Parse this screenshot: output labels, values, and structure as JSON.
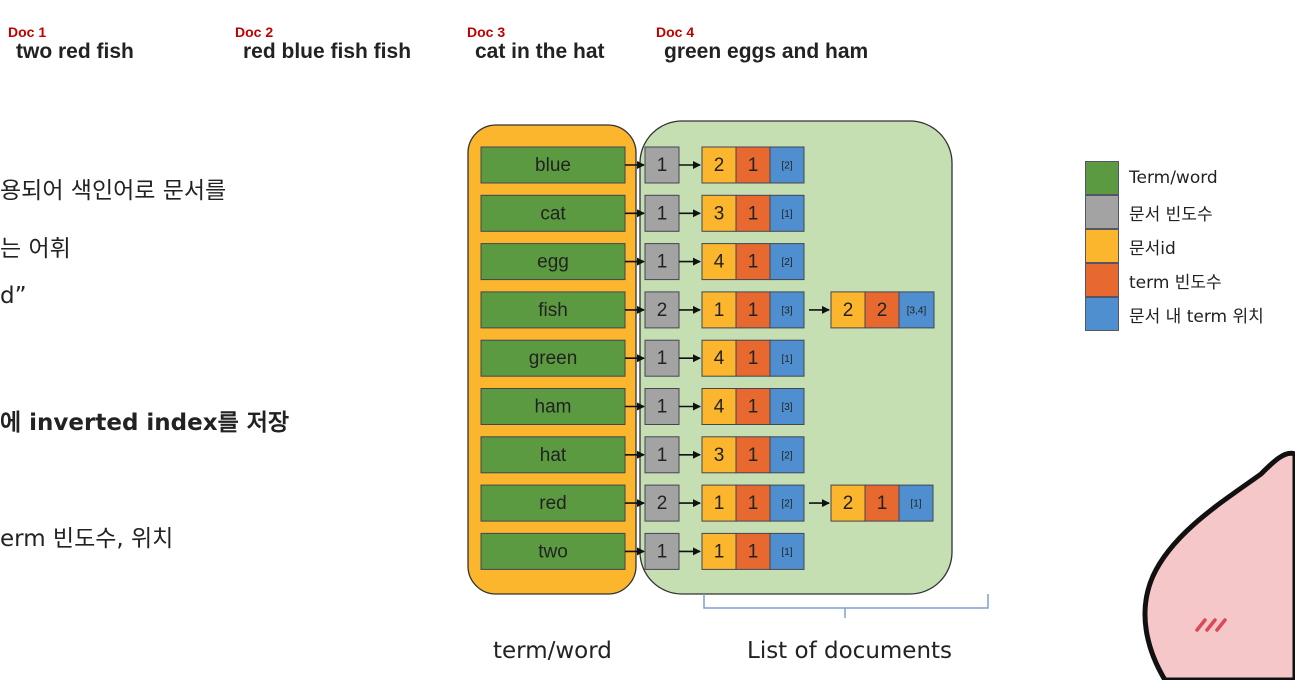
{
  "documents": [
    {
      "label": "Doc 1",
      "text": "two red fish"
    },
    {
      "label": "Doc 2",
      "text": "red blue fish fish"
    },
    {
      "label": "Doc 3",
      "text": "cat in the hat"
    },
    {
      "label": "Doc 4",
      "text": "green eggs and ham"
    }
  ],
  "left_text": {
    "line1": "용되어 색인어로 문서를",
    "line2": "는 어휘",
    "line3": "d”",
    "line4": "에 inverted index를 저장",
    "line5": "erm 빈도수, 위치"
  },
  "index": [
    {
      "term": "blue",
      "df": "1",
      "postings": [
        {
          "doc": "2",
          "tf": "1",
          "pos": "[2]"
        }
      ]
    },
    {
      "term": "cat",
      "df": "1",
      "postings": [
        {
          "doc": "3",
          "tf": "1",
          "pos": "[1]"
        }
      ]
    },
    {
      "term": "egg",
      "df": "1",
      "postings": [
        {
          "doc": "4",
          "tf": "1",
          "pos": "[2]"
        }
      ]
    },
    {
      "term": "fish",
      "df": "2",
      "postings": [
        {
          "doc": "1",
          "tf": "1",
          "pos": "[3]"
        },
        {
          "doc": "2",
          "tf": "2",
          "pos": "[3,4]"
        }
      ]
    },
    {
      "term": "green",
      "df": "1",
      "postings": [
        {
          "doc": "4",
          "tf": "1",
          "pos": "[1]"
        }
      ]
    },
    {
      "term": "ham",
      "df": "1",
      "postings": [
        {
          "doc": "4",
          "tf": "1",
          "pos": "[3]"
        }
      ]
    },
    {
      "term": "hat",
      "df": "1",
      "postings": [
        {
          "doc": "3",
          "tf": "1",
          "pos": "[2]"
        }
      ]
    },
    {
      "term": "red",
      "df": "2",
      "postings": [
        {
          "doc": "1",
          "tf": "1",
          "pos": "[2]"
        },
        {
          "doc": "2",
          "tf": "1",
          "pos": "[1]"
        }
      ]
    },
    {
      "term": "two",
      "df": "1",
      "postings": [
        {
          "doc": "1",
          "tf": "1",
          "pos": "[1]"
        }
      ]
    }
  ],
  "captions": {
    "term_word": "term/word",
    "list_of_documents": "List of documents"
  },
  "legend": [
    {
      "label": "Term/word",
      "color": "#5b9a41"
    },
    {
      "label": "문서 빈도수",
      "color": "#a3a3a3"
    },
    {
      "label": "문서id",
      "color": "#fbb62d"
    },
    {
      "label": "term 빈도수",
      "color": "#e8692f"
    },
    {
      "label": "문서 내 term 위치",
      "color": "#4f8fcf"
    }
  ],
  "colors": {
    "term": "#5b9a41",
    "df": "#a3a3a3",
    "doc": "#fbb62d",
    "tf": "#e8692f",
    "pos": "#4f8fcf",
    "term_panel": "#fbb62d",
    "doc_panel": "#c5dfb3",
    "mascot": "#f6c7c9"
  }
}
